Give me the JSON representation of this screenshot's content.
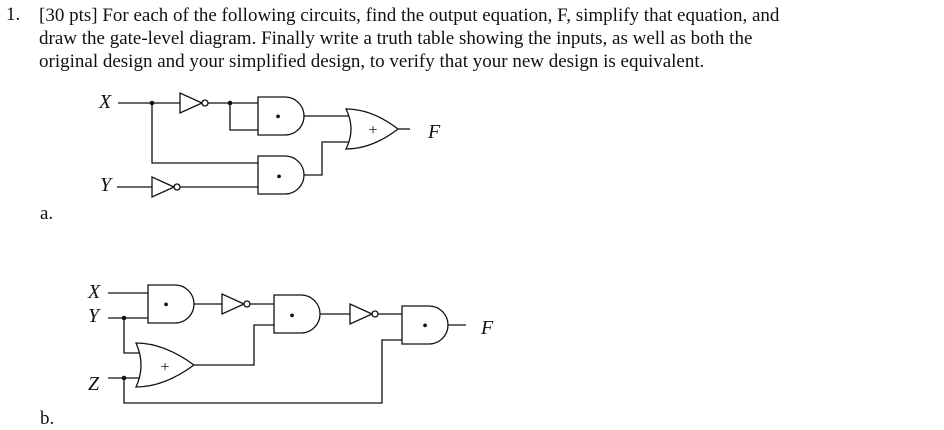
{
  "problem": {
    "number": "1.",
    "lines": [
      "[30 pts] For each of the following circuits, find the output equation, F, simplify that equation, and",
      "draw the gate-level diagram.  Finally write a truth table showing the inputs, as well as both the",
      "original design and your simplified design, to verify that your new design is equivalent."
    ]
  },
  "part_a": {
    "label": "a.",
    "inputs": [
      "X",
      "Y"
    ],
    "output": "F",
    "gate_ops": {
      "and": "•",
      "or": "+"
    }
  },
  "part_b": {
    "label": "b.",
    "inputs": [
      "X",
      "Y",
      "Z"
    ],
    "output": "F",
    "gate_ops": {
      "and": "•",
      "or": "+"
    }
  }
}
